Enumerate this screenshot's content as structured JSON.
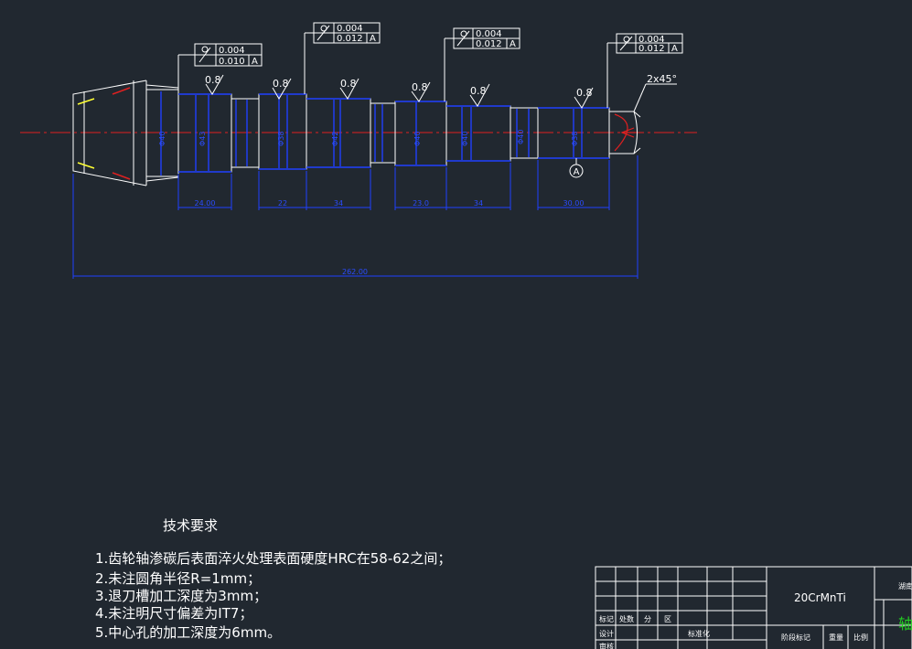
{
  "drawing": {
    "gdt_frames": [
      {
        "value1": "0.004",
        "value2": "0.010",
        "datum": "A"
      },
      {
        "value1": "0.004",
        "value2": "0.012",
        "datum": "A"
      },
      {
        "value1": "0.004",
        "value2": "0.012",
        "datum": "A"
      },
      {
        "value1": "0.004",
        "value2": "0.012",
        "datum": "A"
      }
    ],
    "roughness": [
      "0.8",
      "0.8",
      "0.8",
      "0.8",
      "0.8",
      "0.8"
    ],
    "chamfer": "2x45°",
    "datum_label": "A",
    "dimensions": [
      "24.00",
      "22",
      "34",
      "23.0",
      "34",
      "30.00",
      "262.00"
    ],
    "diameters": [
      "Φ40",
      "Φ43",
      "Φ38",
      "Φ42",
      "Φ40",
      "Φ40",
      "Φ40",
      "Φ38"
    ],
    "tech_title": "技术要求",
    "tech_notes": [
      "1.齿轮轴渗碳后表面淬火处理表面硬度HRC在58-62之间；",
      "2.未注圆角半径R=1mm；",
      "3.退刀槽加工深度为3mm；",
      "4.未注明尺寸偏差为IT7；",
      "5.中心孔的加工深度为6mm。"
    ]
  },
  "title_block": {
    "material": "20CrMnTi",
    "r_mark": "标记",
    "r_count": "处数",
    "r_zone": "分",
    "r_zone2": "区",
    "r_design": "设计",
    "r_std": "标准化",
    "r_review": "审核",
    "r_stage": "阶段标记",
    "r_weight": "重量",
    "r_scale": "比例",
    "side_label": "湖南",
    "part_name": "轴"
  }
}
